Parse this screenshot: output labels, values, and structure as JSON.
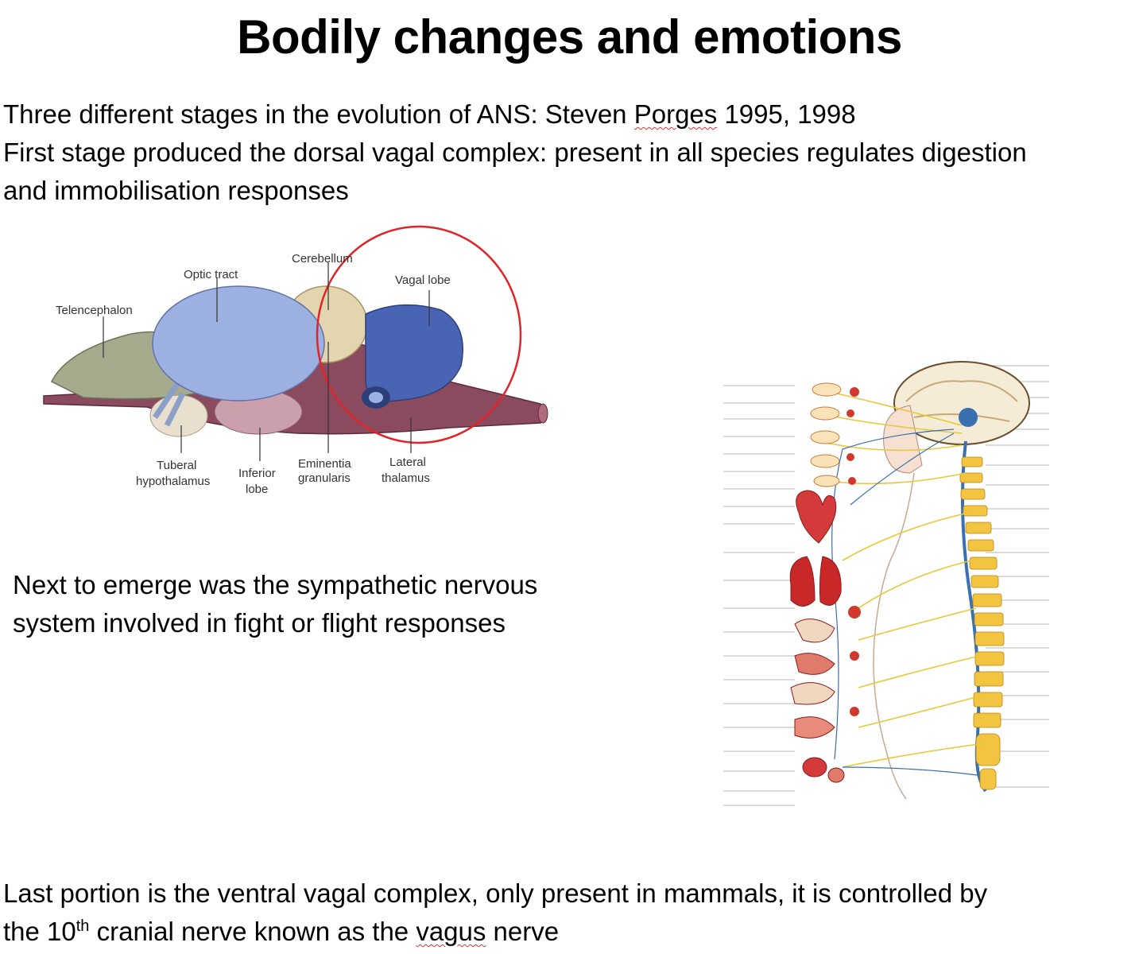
{
  "slide": {
    "title": "Bodily changes and emotions",
    "intro_line1_a": "Three different stages in the evolution of ANS: Steven ",
    "intro_line1_b": "Porges",
    "intro_line1_c": " 1995, 1998",
    "intro_line2": "First stage produced the dorsal vagal complex: present in all species regulates digestion",
    "intro_line3": "and immobilisation responses",
    "sympathetic_line1": "Next to emerge was the sympathetic nervous",
    "sympathetic_line2": "system involved in fight or flight responses",
    "ventral_line1": "Last portion is the ventral vagal complex, only present in mammals, it is controlled by",
    "ventral_line2_a": "the 10",
    "ventral_line2_sup": "th",
    "ventral_line2_b": " cranial nerve known as the ",
    "ventral_line2_c": "vagus",
    "ventral_line2_d": " nerve"
  },
  "brain_diagram": {
    "labels": {
      "cerebellum": "Cerebellum",
      "optic_tract": "Optic tract",
      "vagal_lobe": "Vagal lobe",
      "telencephalon": "Telencephalon",
      "tuberal_1": "Tuberal",
      "tuberal_2": "hypothalamus",
      "inferior_1": "Inferior",
      "inferior_2": "lobe",
      "eminentia_1": "Eminentia",
      "eminentia_2": "granularis",
      "lateral_1": "Lateral",
      "lateral_2": "thalamus"
    },
    "highlight_color": "#e0242a"
  }
}
